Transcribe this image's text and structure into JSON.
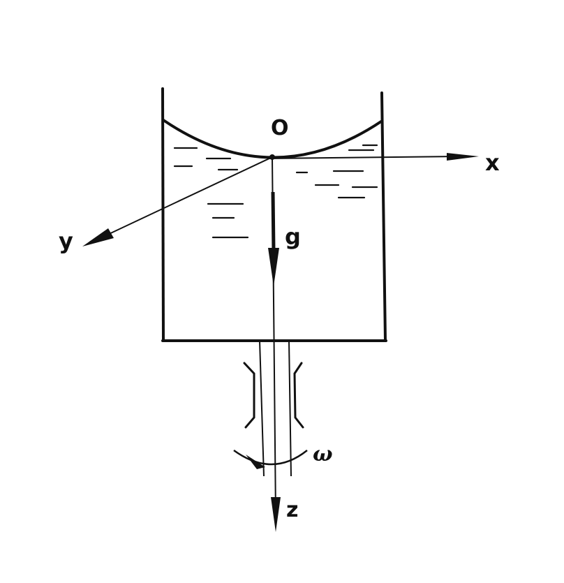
{
  "labels": {
    "origin": "O",
    "x_axis": "x",
    "y_axis": "y",
    "z_axis": "z",
    "gravity": "g",
    "angular_velocity": "ω"
  },
  "colors": {
    "ink": "#111111",
    "background": "#ffffff"
  }
}
